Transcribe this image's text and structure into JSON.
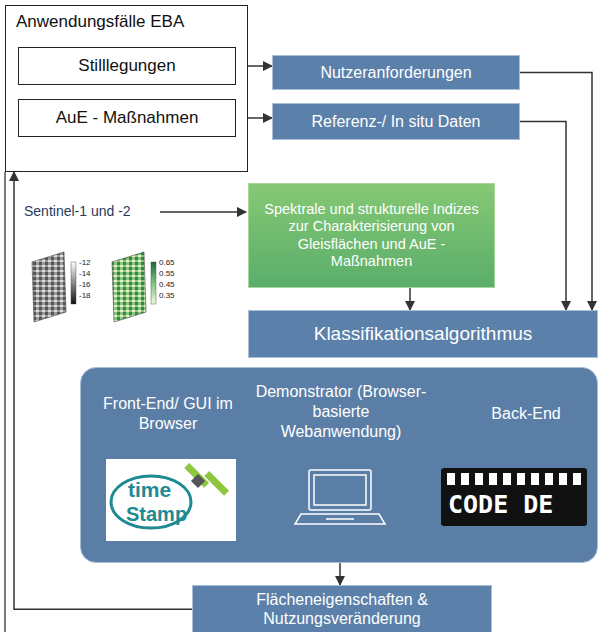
{
  "diagram": {
    "nodes": [
      {
        "text": [
          "Anwendungsfälle EBA"
        ]
      },
      {
        "text": [
          "Stilllegungen"
        ],
        "in": 0
      },
      {
        "text": [
          "AuE - Maßnahmen"
        ],
        "in": 0
      },
      {
        "text": [
          "Nutzeranforderungen"
        ]
      },
      {
        "text": [
          "Referenz-/ In situ Daten"
        ]
      },
      {
        "text": [
          "Spektrale und strukturelle Indizes zur Charakterisierung von Gleisflächen und AuE - Maßnahmen"
        ]
      },
      {
        "text": [
          "Klassifikationsalgorithmus"
        ]
      },
      {
        "text": [
          "Front-End/ GUI im Browser",
          "Demonstrator (Browser-basierte Webanwendung)",
          "Back-End"
        ]
      },
      {
        "text": [
          "Flächeneigenschaften & Nutzungsveränderung"
        ]
      }
    ],
    "edges": [
      {
        "from": 1,
        "to": 3,
        "arrow": "to"
      },
      {
        "from": 2,
        "to": 4,
        "arrow": "to"
      },
      {
        "from": 3,
        "to": 6,
        "arrow": "to"
      },
      {
        "from": 4,
        "to": 6,
        "arrow": "to"
      },
      {
        "from": 5,
        "to": 6,
        "arrow": "to"
      },
      {
        "from": 7,
        "to": 8,
        "arrow": "to"
      },
      {
        "from": 8,
        "to": 0,
        "arrow": "to"
      }
    ],
    "labels": [
      "Sentinel-1 und -2",
      "-12",
      "-14",
      "-16",
      "-18",
      "0.65",
      "0.55",
      "0.45",
      "0.35",
      "time",
      "Stamp",
      "CODE DE"
    ]
  }
}
